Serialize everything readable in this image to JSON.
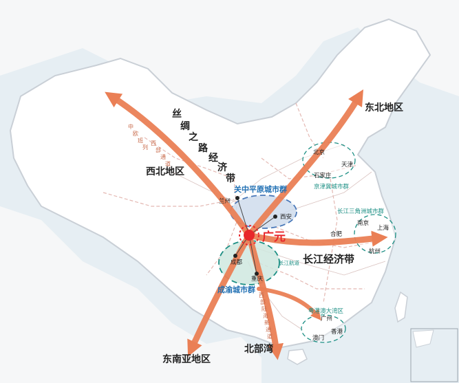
{
  "colors": {
    "sea": "#e6eef3",
    "land": "#ffffff",
    "border": "#c9cfd6",
    "border_dashed": "#e4b8b2",
    "arrow": "#ea7f55",
    "hub": "#e8262b",
    "cluster_fill": "#cfdcec",
    "cluster_stroke": "#4a78b8",
    "cluster_text": "#1f6fb3",
    "teal": "#1c8f84",
    "corridor_text": "#c86a4a"
  },
  "hub": {
    "name": "广元"
  },
  "corridors": {
    "silk_road": [
      "丝",
      "绸",
      "之",
      "路",
      "经",
      "济",
      "带"
    ],
    "yangtze_belt": "长江经济带",
    "china_europe_rail": [
      "中",
      "欧",
      "班",
      "列",
      "西",
      "部",
      "通",
      "道"
    ],
    "west_land_sea": [
      "西",
      "部",
      "陆",
      "海",
      "新",
      "通",
      "道"
    ],
    "yangtze_waterway": "长江航道"
  },
  "regions": {
    "northwest": "西北地区",
    "northeast": "东北地区",
    "southeast_asia": "东南亚地区",
    "beibu_gulf": "北部湾"
  },
  "clusters": {
    "guanzhong": "关中平原城市群",
    "chengyu": "成渝城市群",
    "jingjinji": "京津冀城市群",
    "yangtze_delta": "长江三角洲城市群",
    "gba": "粤港澳大湾区"
  },
  "cities": {
    "lanzhou": "兰州",
    "xian": "西安",
    "chengdu": "成都",
    "chongqing": "重庆",
    "beijing": "北京",
    "tianjin": "天津",
    "shijiazhuang": "石家庄",
    "nanjing": "南京",
    "shanghai": "上海",
    "hefei": "合肥",
    "hangzhou": "杭州",
    "guangzhou": "广州",
    "hongkong": "香港",
    "macau": "澳门"
  }
}
